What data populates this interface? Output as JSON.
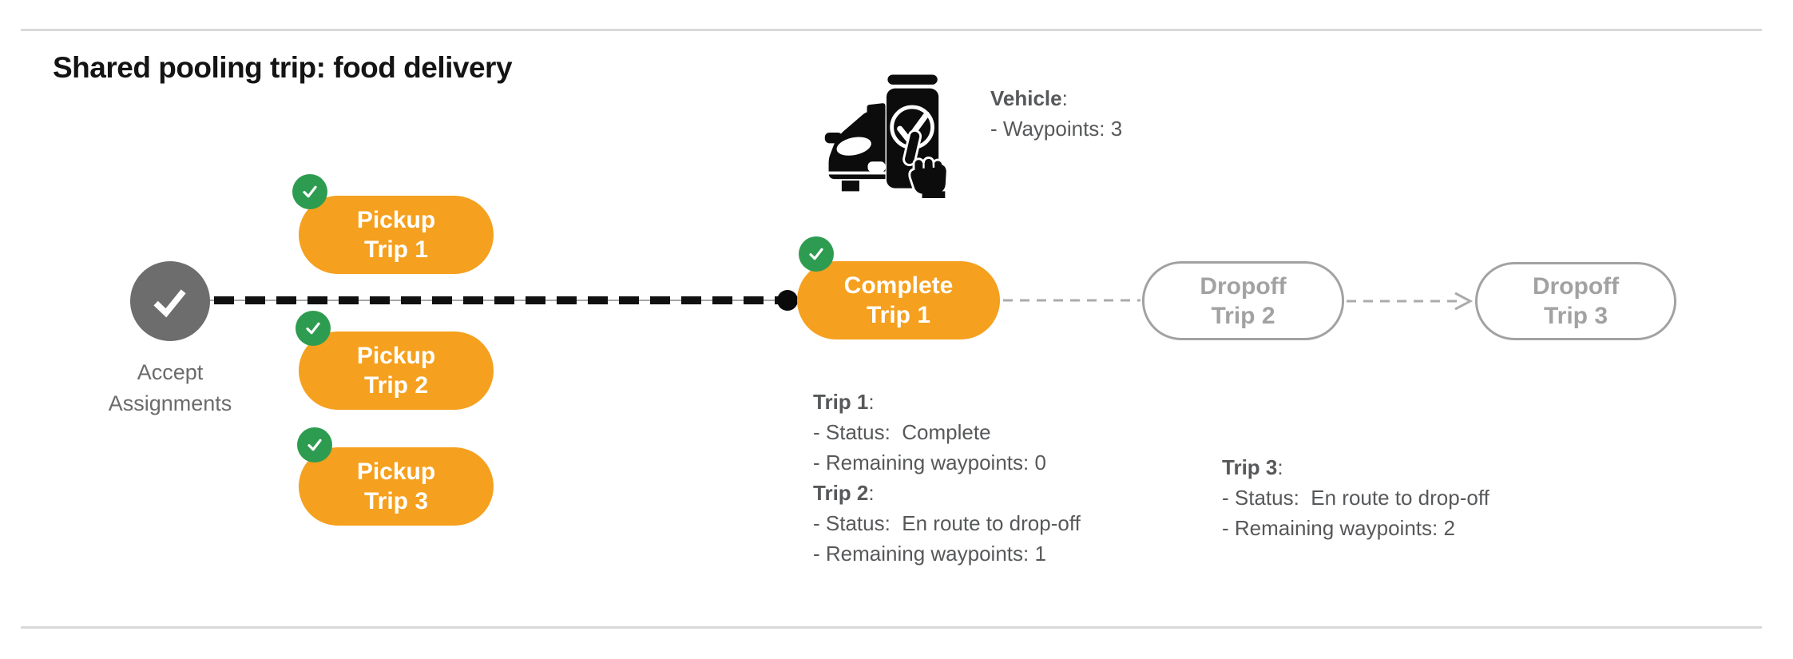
{
  "page": {
    "title": "Shared pooling trip: food delivery"
  },
  "punctuation": {
    "colon": ":"
  },
  "vehicle": {
    "icon": "car-with-phone-check-icon",
    "label": "Vehicle",
    "waypoints_line": "- Waypoints: 3"
  },
  "flow": {
    "start": {
      "line1": "Accept",
      "line2": "Assignments"
    },
    "nodes": [
      {
        "line1": "Pickup",
        "line2": "Trip 1",
        "state": "done"
      },
      {
        "line1": "Pickup",
        "line2": "Trip 2",
        "state": "done"
      },
      {
        "line1": "Pickup",
        "line2": "Trip 3",
        "state": "done"
      },
      {
        "line1": "Complete",
        "line2": "Trip 1",
        "state": "done"
      },
      {
        "line1": "Dropoff",
        "line2": "Trip 2",
        "state": "pending"
      },
      {
        "line1": "Dropoff",
        "line2": "Trip 3",
        "state": "pending"
      }
    ]
  },
  "status": {
    "blocks": [
      {
        "entries": [
          {
            "label": "Trip 1",
            "lines": [
              "- Status:  Complete",
              "- Remaining waypoints: 0"
            ]
          },
          {
            "label": "Trip 2",
            "lines": [
              "- Status:  En route to drop-off",
              "- Remaining waypoints: 1"
            ]
          }
        ]
      },
      {
        "entries": [
          {
            "label": "Trip 3",
            "lines": [
              "- Status:  En route to drop-off",
              "- Remaining waypoints: 2"
            ]
          }
        ]
      }
    ]
  },
  "colors": {
    "accent_orange": "#F5A01E",
    "badge_green": "#2E9C50",
    "start_gray": "#6D6D6D",
    "pending_gray": "#A2A2A2",
    "text_gray": "#57585A",
    "line_black": "#101010",
    "rule_gray": "#D9D9D9"
  }
}
